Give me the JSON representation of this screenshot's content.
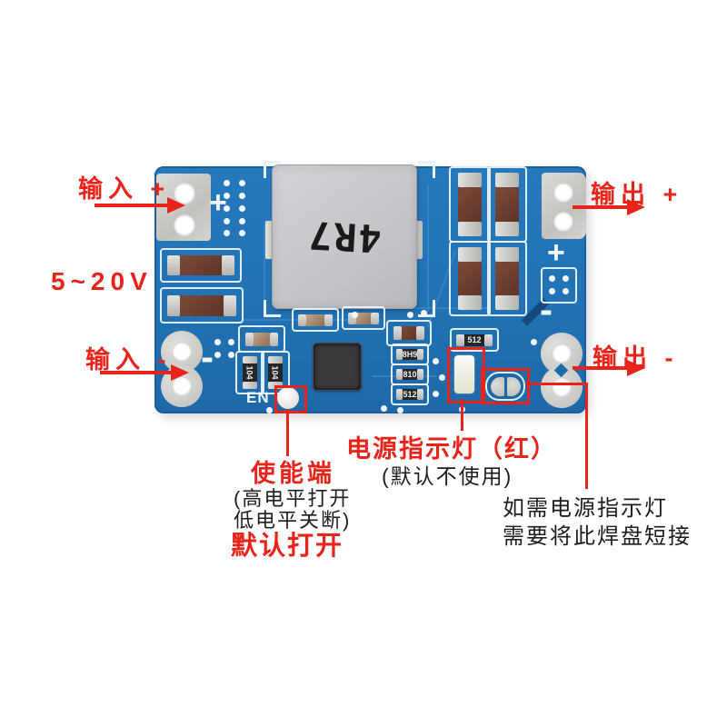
{
  "colors": {
    "annotation_red": "#e8231a",
    "pcb_blue": "#2273b5",
    "silver_pad": "#d2d0cc",
    "capacitor_brown": "#6f4032",
    "inductor_gray": "#c4c6c9",
    "ic_black": "#39393b"
  },
  "annotations": {
    "input_plus": "输入 +",
    "input_voltage": "5~20V",
    "input_minus": "输入 -",
    "output_plus": "输出 +",
    "output_minus": "输出 -",
    "enable": {
      "title": "使能端",
      "line1": "(高电平打开",
      "line2": "低电平关断)",
      "line3": "默认打开"
    },
    "led": {
      "title": "电源指示灯（红）",
      "subtitle": "(默认不使用)"
    },
    "jumper": {
      "line1": "如需电源指示灯",
      "line2": "需要将此焊盘短接"
    }
  },
  "board": {
    "inductor_label": "4R7",
    "enable_silkscreen": "EN",
    "plus_mark": "+",
    "minus_mark": "-",
    "resistor_104": "104",
    "resistor_512": "512",
    "resistor_8h9": "8H9",
    "resistor_810": "810"
  }
}
